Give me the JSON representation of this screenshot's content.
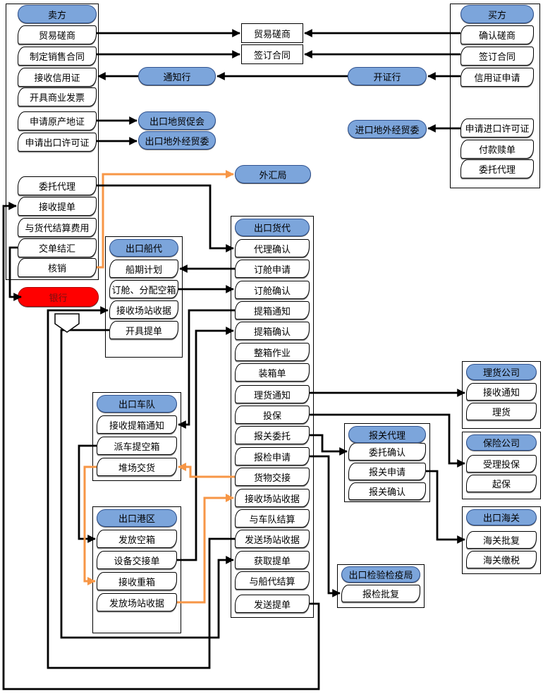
{
  "colors": {
    "header_fill": "#7CA5DB",
    "header_border": "#2F528F",
    "bank_fill": "#FF0000",
    "arrow_black": "#000000",
    "arrow_orange": "#F79646",
    "box_border": "#000000"
  },
  "center": {
    "rows": [
      "贸易磋商",
      "签订合同"
    ]
  },
  "stadiums": {
    "notify_bank": "通知行",
    "issue_bank": "开证行",
    "ccpit": "出口地贸促会",
    "export_moftec": "出口地外经贸委",
    "import_moftec": "进口地外经贸委",
    "safe": "外汇局",
    "bank": "银行"
  },
  "groups": {
    "seller": {
      "title": "卖方",
      "rows": [
        "贸易磋商",
        "制定销售合同",
        "接收信用证",
        "开具商业发票",
        "申请原产地证",
        "申请出口许可证",
        "委托代理",
        "接收提单",
        "与货代结算费用",
        "交单结汇",
        "核销"
      ]
    },
    "buyer": {
      "title": "买方",
      "rows": [
        "确认磋商",
        "签订合同",
        "信用证申请",
        "申请进口许可证",
        "付款赎单",
        "委托代理"
      ]
    },
    "ship_agent": {
      "title": "出口船代",
      "rows": [
        "船期计划",
        "订舱、分配空箱",
        "接收场站收据",
        "开具提单"
      ]
    },
    "forwarder": {
      "title": "出口货代",
      "rows": [
        "代理确认",
        "订舱申请",
        "订舱确认",
        "提箱通知",
        "提箱确认",
        "整箱作业",
        "装箱单",
        "理货通知",
        "投保",
        "报关委托",
        "报检申请",
        "货物交接",
        "接收场站收据",
        "与车队结算",
        "发送场站收据",
        "获取提单",
        "与船代结算",
        "发送提单"
      ]
    },
    "truck_fleet": {
      "title": "出口车队",
      "rows": [
        "接收提箱通知",
        "派车提空箱",
        "堆场交货"
      ]
    },
    "port_area": {
      "title": "出口港区",
      "rows": [
        "发放空箱",
        "设备交接单",
        "接收重箱",
        "发放场站收据"
      ]
    },
    "customs_broker": {
      "title": "报关代理",
      "rows": [
        "委托确认",
        "报关申请",
        "报关确认"
      ]
    },
    "tally_company": {
      "title": "理货公司",
      "rows": [
        "接收通知",
        "理货"
      ]
    },
    "insurance_company": {
      "title": "保险公司",
      "rows": [
        "受理投保",
        "起保"
      ]
    },
    "export_customs": {
      "title": "出口海关",
      "rows": [
        "海关批复",
        "海关缴税"
      ]
    },
    "inspection_bureau": {
      "title": "出口检验检疫局",
      "rows": [
        "报检批复"
      ]
    }
  },
  "edges": [
    {
      "from": "卖方/贸易磋商",
      "to": "贸易磋商",
      "color": "black"
    },
    {
      "from": "买方/确认磋商",
      "to": "贸易磋商",
      "color": "black"
    },
    {
      "from": "卖方/制定销售合同",
      "to": "签订合同",
      "color": "black"
    },
    {
      "from": "买方/签订合同",
      "to": "签订合同",
      "color": "black"
    },
    {
      "from": "开证行",
      "to": "通知行",
      "color": "black"
    },
    {
      "from": "通知行",
      "to": "卖方/接收信用证",
      "color": "black"
    },
    {
      "from": "买方/信用证申请",
      "to": "开证行",
      "color": "black"
    },
    {
      "from": "卖方/申请原产地证",
      "to": "出口地贸促会",
      "color": "black"
    },
    {
      "from": "卖方/申请出口许可证",
      "to": "出口地外经贸委",
      "color": "black"
    },
    {
      "from": "买方/申请进口许可证",
      "to": "进口地外经贸委",
      "color": "black"
    },
    {
      "from": "卖方/核销",
      "to": "外汇局",
      "color": "orange"
    },
    {
      "from": "卖方/委托代理",
      "to": "出口货代/代理确认",
      "color": "black"
    },
    {
      "from": "出口货代/订舱申请",
      "to": "出口船代/船期计划",
      "color": "black"
    },
    {
      "from": "出口船代/订舱、分配空箱",
      "to": "出口货代/订舱确认",
      "color": "black"
    },
    {
      "from": "出口货代/提箱通知",
      "to": "出口车队/接收提箱通知",
      "color": "black"
    },
    {
      "from": "出口车队/派车提空箱",
      "to": "出口港区/发放空箱",
      "color": "black"
    },
    {
      "from": "出口港区/设备交接单",
      "to": "出口货代/提箱确认",
      "color": "black"
    },
    {
      "from": "出口货代/理货通知",
      "to": "理货公司/接收通知",
      "color": "black"
    },
    {
      "from": "出口货代/投保",
      "to": "保险公司/受理投保",
      "color": "black"
    },
    {
      "from": "出口货代/报关委托",
      "to": "报关代理/委托确认",
      "color": "black"
    },
    {
      "from": "报关代理/报关申请",
      "to": "出口海关/海关批复",
      "color": "black"
    },
    {
      "from": "出口货代/报检申请",
      "to": "出口检验检疫局/报检批复",
      "color": "black"
    },
    {
      "from": "卖方/交单结汇",
      "to": "银行",
      "color": "black"
    },
    {
      "from": "出口货代/发送场站收据",
      "to": "出口船代/接收场站收据",
      "color": "black"
    },
    {
      "from": "出口船代/开具提单",
      "to": "出口货代/获取提单",
      "color": "black"
    },
    {
      "from": "出口货代/发送提单",
      "to": "卖方/接收提单",
      "color": "black"
    },
    {
      "from": "出口货代/货物交接",
      "to": "出口车队/堆场交货",
      "color": "orange"
    },
    {
      "from": "出口车队/堆场交货",
      "to": "出口港区/接收重箱",
      "color": "orange"
    },
    {
      "from": "出口港区/发放场站收据",
      "to": "出口货代/接收场站收据",
      "color": "orange"
    }
  ]
}
